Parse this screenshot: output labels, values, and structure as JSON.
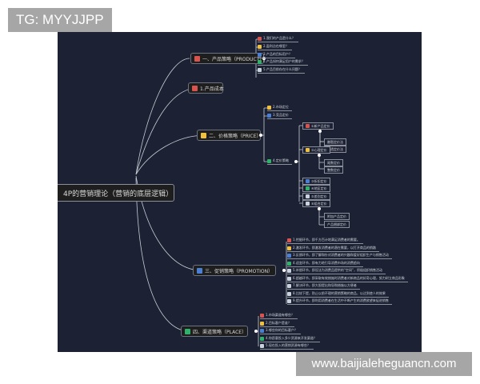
{
  "watermarks": {
    "top": "TG: MYYJJPP",
    "bottom": "www.baijialeheguancn.com"
  },
  "colors": {
    "panel_bg": "#1c2133",
    "red": "#d9534f",
    "yellow": "#f0c040",
    "blue": "#4a7fd4",
    "green": "#2fb36b",
    "gray": "#c9d3dd"
  },
  "root": {
    "label": "4P的营销理论（营销的底层逻辑）"
  },
  "product": {
    "label": "一、产品策略（PRODUCT）",
    "icon": "red-priority-1-icon",
    "items": [
      {
        "label": "1.我们的产品是什么？",
        "icon": "red"
      },
      {
        "label": "2.盈利点在哪里？",
        "icon": "yellow"
      },
      {
        "label": "3.产品的目标用户？",
        "icon": "blue"
      },
      {
        "label": "4.产品如何满足用户的需求？",
        "icon": "green"
      },
      {
        "label": "5.产品目前存在什么问题？",
        "icon": "gray"
      }
    ]
  },
  "cost": {
    "label": "1.产品成本",
    "icon": "red"
  },
  "price": {
    "label": "二、价格策略（PRICE）",
    "icon": "yellow",
    "items": [
      {
        "label": "2.市场定位",
        "icon": "yellow"
      },
      {
        "label": "3.竞品定价",
        "icon": "blue"
      },
      {
        "label": "4.定价策略",
        "icon": "green"
      }
    ],
    "strategies": [
      {
        "label": "①新产品定价",
        "icon": "red",
        "children": [
          "撇脂定价法",
          "渗透定价法"
        ]
      },
      {
        "label": "②心理定价",
        "icon": "yellow",
        "children": [
          "尾数定价",
          "整数定价"
        ]
      },
      {
        "label": "③折扣定价",
        "icon": "blue",
        "children": []
      },
      {
        "label": "④地区定价",
        "icon": "green",
        "children": []
      },
      {
        "label": "⑤差别定价",
        "icon": "gray",
        "children": []
      },
      {
        "label": "⑥组合定价",
        "icon": "gray",
        "children": [
          "附加产品定价",
          "产品捆绑定价"
        ]
      }
    ]
  },
  "promotion": {
    "label": "三、促销策略（PROMOTION）",
    "icon": "blue",
    "items": [
      {
        "label": "1.挖掘环节，即千方百计地满足消费者的需要。",
        "icon": "red"
      },
      {
        "label": "2.激发环节，即激发消费者的潜在需要，以打开商品的销路",
        "icon": "yellow"
      },
      {
        "label": "3.反馈环节，即了解和针对消费者的兴趣和爱好组织生产与销售活动",
        "icon": "blue"
      },
      {
        "label": "4.适宜环节，即有力地引导消费市场的消费趋向",
        "icon": "green"
      },
      {
        "label": "5.补偿环节，即设法为消费品提供的“空间”，积极组织销售活动",
        "icon": "gray"
      },
      {
        "label": "6.超越环节，即采取有效措施时消费者对新商品的好奇心理，努力树立商品形象",
        "icon": "gray"
      },
      {
        "label": "7.解决环节，即大胆提出和导购措施以方便者",
        "icon": "gray"
      },
      {
        "label": "8.比较下提，防止以前不理的营销策略的商品，以达到使人的效果",
        "icon": "gray"
      },
      {
        "label": "9.提升环节，即利用消费者在生活中不断产生的消费欲望来促进销售",
        "icon": "gray"
      }
    ]
  },
  "place": {
    "label": "四、渠道策略（PLACE）",
    "icon": "green",
    "items": [
      {
        "label": "1.市场渠道有哪些？",
        "icon": "red"
      },
      {
        "label": "2.目标客户是谁？",
        "icon": "yellow"
      },
      {
        "label": "3.哪些你的目标客户？",
        "icon": "blue"
      },
      {
        "label": "4.你愿意投入多少资源来开发渠道？",
        "icon": "green"
      },
      {
        "label": "5.现在投入的营销资源有哪些？",
        "icon": "gray"
      }
    ]
  }
}
